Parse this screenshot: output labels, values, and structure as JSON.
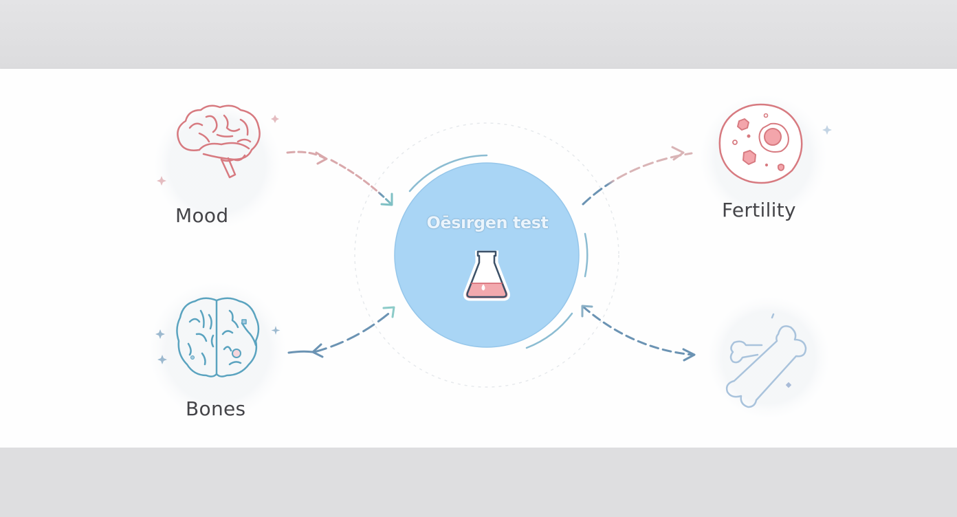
{
  "diagram": {
    "center": {
      "title": "Oēsırgen test",
      "icon": "flask-icon",
      "fill_color": "#a9d5f5"
    },
    "nodes": [
      {
        "id": "mood",
        "label": "Mood",
        "icon": "brain-side-icon",
        "color": "#d77a80"
      },
      {
        "id": "fertility",
        "label": "Fertility",
        "icon": "cell-icon",
        "color": "#d77a80"
      },
      {
        "id": "bones",
        "label": "Bones",
        "icon": "brain-top-icon",
        "color": "#5aa3bf"
      },
      {
        "id": "bone",
        "label": "",
        "icon": "bone-icon",
        "color": "#a9c3dc"
      }
    ],
    "edges": [
      {
        "from": "mood",
        "to": "center",
        "style": "dashed"
      },
      {
        "from": "center",
        "to": "fertility",
        "style": "dashed"
      },
      {
        "from": "center",
        "to": "bones",
        "style": "bidirectional"
      },
      {
        "from": "center",
        "to": "bone",
        "style": "bidirectional-dashed"
      }
    ],
    "colors": {
      "background_band": "#dedee0",
      "panel": "#fefefe",
      "pink": "#d77a80",
      "blue_stroke": "#6b93b3",
      "teal": "#7fc0c4"
    }
  }
}
